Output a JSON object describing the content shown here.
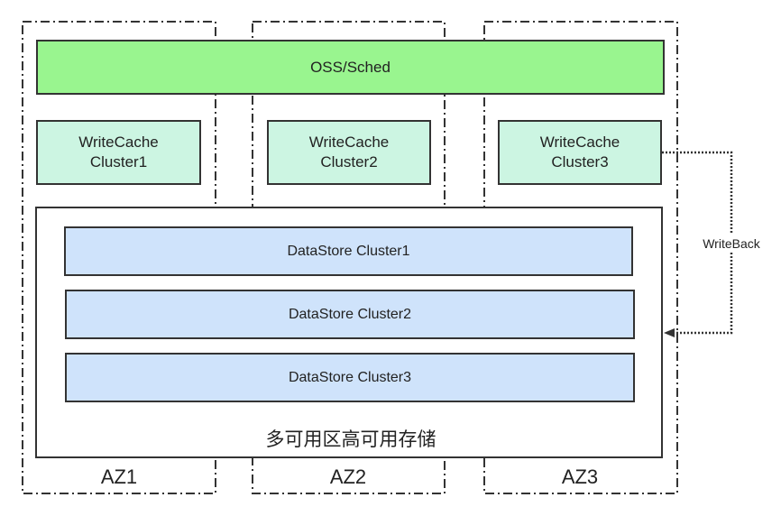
{
  "oss": {
    "label": "OSS/Sched"
  },
  "write_caches": [
    {
      "line1": "WriteCache",
      "line2": "Cluster1"
    },
    {
      "line1": "WriteCache",
      "line2": "Cluster2"
    },
    {
      "line1": "WriteCache",
      "line2": "Cluster3"
    }
  ],
  "datastores": [
    {
      "label": "DataStore Cluster1"
    },
    {
      "label": "DataStore Cluster2"
    },
    {
      "label": "DataStore Cluster3"
    }
  ],
  "storage": {
    "label": "多可用区高可用存储"
  },
  "zones": [
    {
      "label": "AZ1"
    },
    {
      "label": "AZ2"
    },
    {
      "label": "AZ3"
    }
  ],
  "writeback": {
    "label": "WriteBack"
  },
  "colors": {
    "oss_fill": "#99f58f",
    "writecache_fill": "#ccf5e2",
    "datastore_fill": "#cfe3fb",
    "outline": "#333333"
  }
}
